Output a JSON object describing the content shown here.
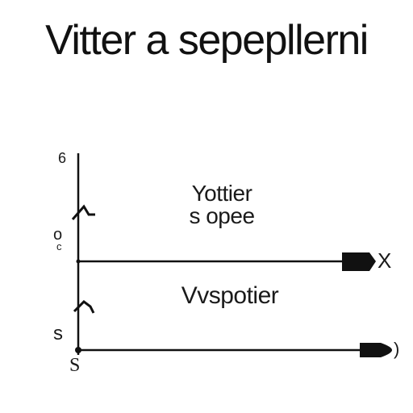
{
  "title": "Vitter a sepepllerni",
  "upper_region": {
    "line1": "Yottier",
    "line2": "s opee"
  },
  "lower_region": {
    "line1": "Vvspotier"
  },
  "axis_labels": {
    "top": "6",
    "mid_upper": "o",
    "mid_upper_small": "c",
    "bottom": "s",
    "bottom_s": "S",
    "right_upper": "X",
    "right_lower": ")"
  },
  "colors": {
    "ink": "#111111",
    "background": "#ffffff"
  },
  "icons": [
    "upper-arrow-icon",
    "lower-arrow-icon"
  ]
}
